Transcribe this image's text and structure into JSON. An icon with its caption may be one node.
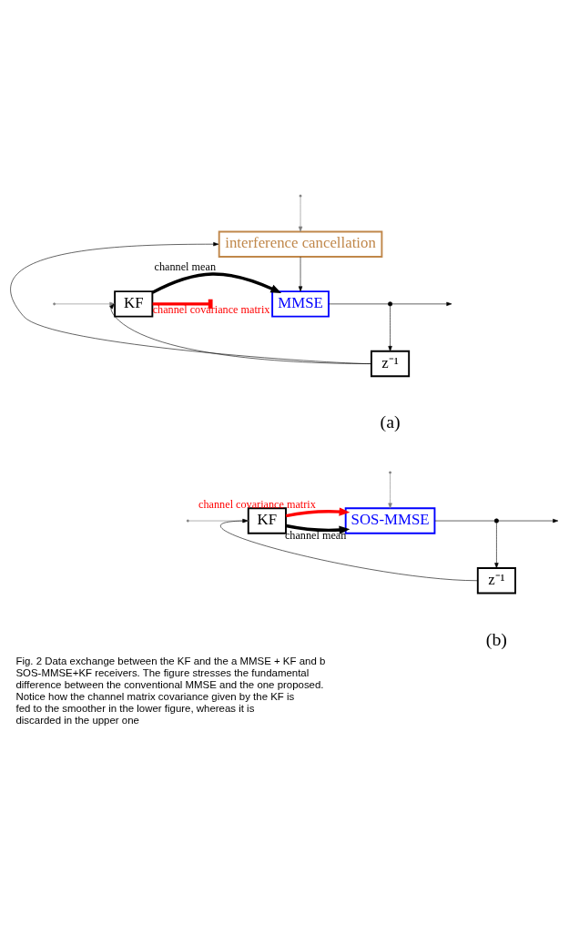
{
  "diagram": {
    "caption": "Fig. 2 Data exchange between the KF and the a MMSE + KF and b SOS-MMSE+KF receivers. The figure stresses the fundamental difference between the conventional MMSE and the one proposed. Notice how the channel matrix covariance given by the KF is fed to the smoother in the lower figure, whereas it is discarded in the upper one",
    "nodes": [
      {
        "text": [],
        "shape": "circle"
      },
      {
        "text": [
          "interference cancellation"
        ]
      },
      {
        "text": [],
        "shape": "circle"
      },
      {
        "text": [
          "KF"
        ]
      },
      {
        "text": [
          "MMSE"
        ]
      },
      {
        "text": [],
        "shape": "circle"
      },
      {
        "text": [
          "z⁻¹"
        ]
      },
      {
        "text": [],
        "shape": "circle"
      },
      {
        "text": [],
        "shape": "circle"
      },
      {
        "text": [
          "KF"
        ]
      },
      {
        "text": [
          "SOS-MMSE"
        ]
      },
      {
        "text": [],
        "shape": "circle"
      },
      {
        "text": [
          "z⁻¹"
        ]
      }
    ],
    "edges": [
      {
        "from": 0,
        "to": 1,
        "arrow": "to",
        "color": "#808080"
      },
      {
        "from": 1,
        "to": 4,
        "arrow": "to"
      },
      {
        "from": 2,
        "to": 3,
        "arrow": "to",
        "color": "#808080"
      },
      {
        "from": 3,
        "to": 4,
        "arrow": "to",
        "label": "channel mean",
        "style": "thick"
      },
      {
        "from": 3,
        "to": null,
        "arrow": "other",
        "label": "channel covariance matrix",
        "style": "thick",
        "color": "#ff0000"
      },
      {
        "from": 4,
        "to": 5,
        "arrow": "none"
      },
      {
        "from": 5,
        "to": null,
        "arrow": "to"
      },
      {
        "from": 5,
        "to": 6,
        "arrow": "to"
      },
      {
        "from": 6,
        "to": 3,
        "arrow": "to"
      },
      {
        "from": 6,
        "to": 1,
        "arrow": "to"
      },
      {
        "from": 7,
        "to": 10,
        "arrow": "to",
        "color": "#808080"
      },
      {
        "from": 8,
        "to": 9,
        "arrow": "to",
        "color": "#808080"
      },
      {
        "from": 9,
        "to": 10,
        "arrow": "to",
        "label": "channel mean",
        "style": "thick"
      },
      {
        "from": 9,
        "to": 10,
        "arrow": "to",
        "label": "channel covariance matrix",
        "style": "thick",
        "color": "#ff0000"
      },
      {
        "from": 10,
        "to": 11,
        "arrow": "none"
      },
      {
        "from": 11,
        "to": null,
        "arrow": "to"
      },
      {
        "from": 11,
        "to": 12,
        "arrow": "to"
      },
      {
        "from": 12,
        "to": 9,
        "arrow": "to"
      }
    ],
    "labels": [
      "(a)",
      "(b)"
    ]
  }
}
